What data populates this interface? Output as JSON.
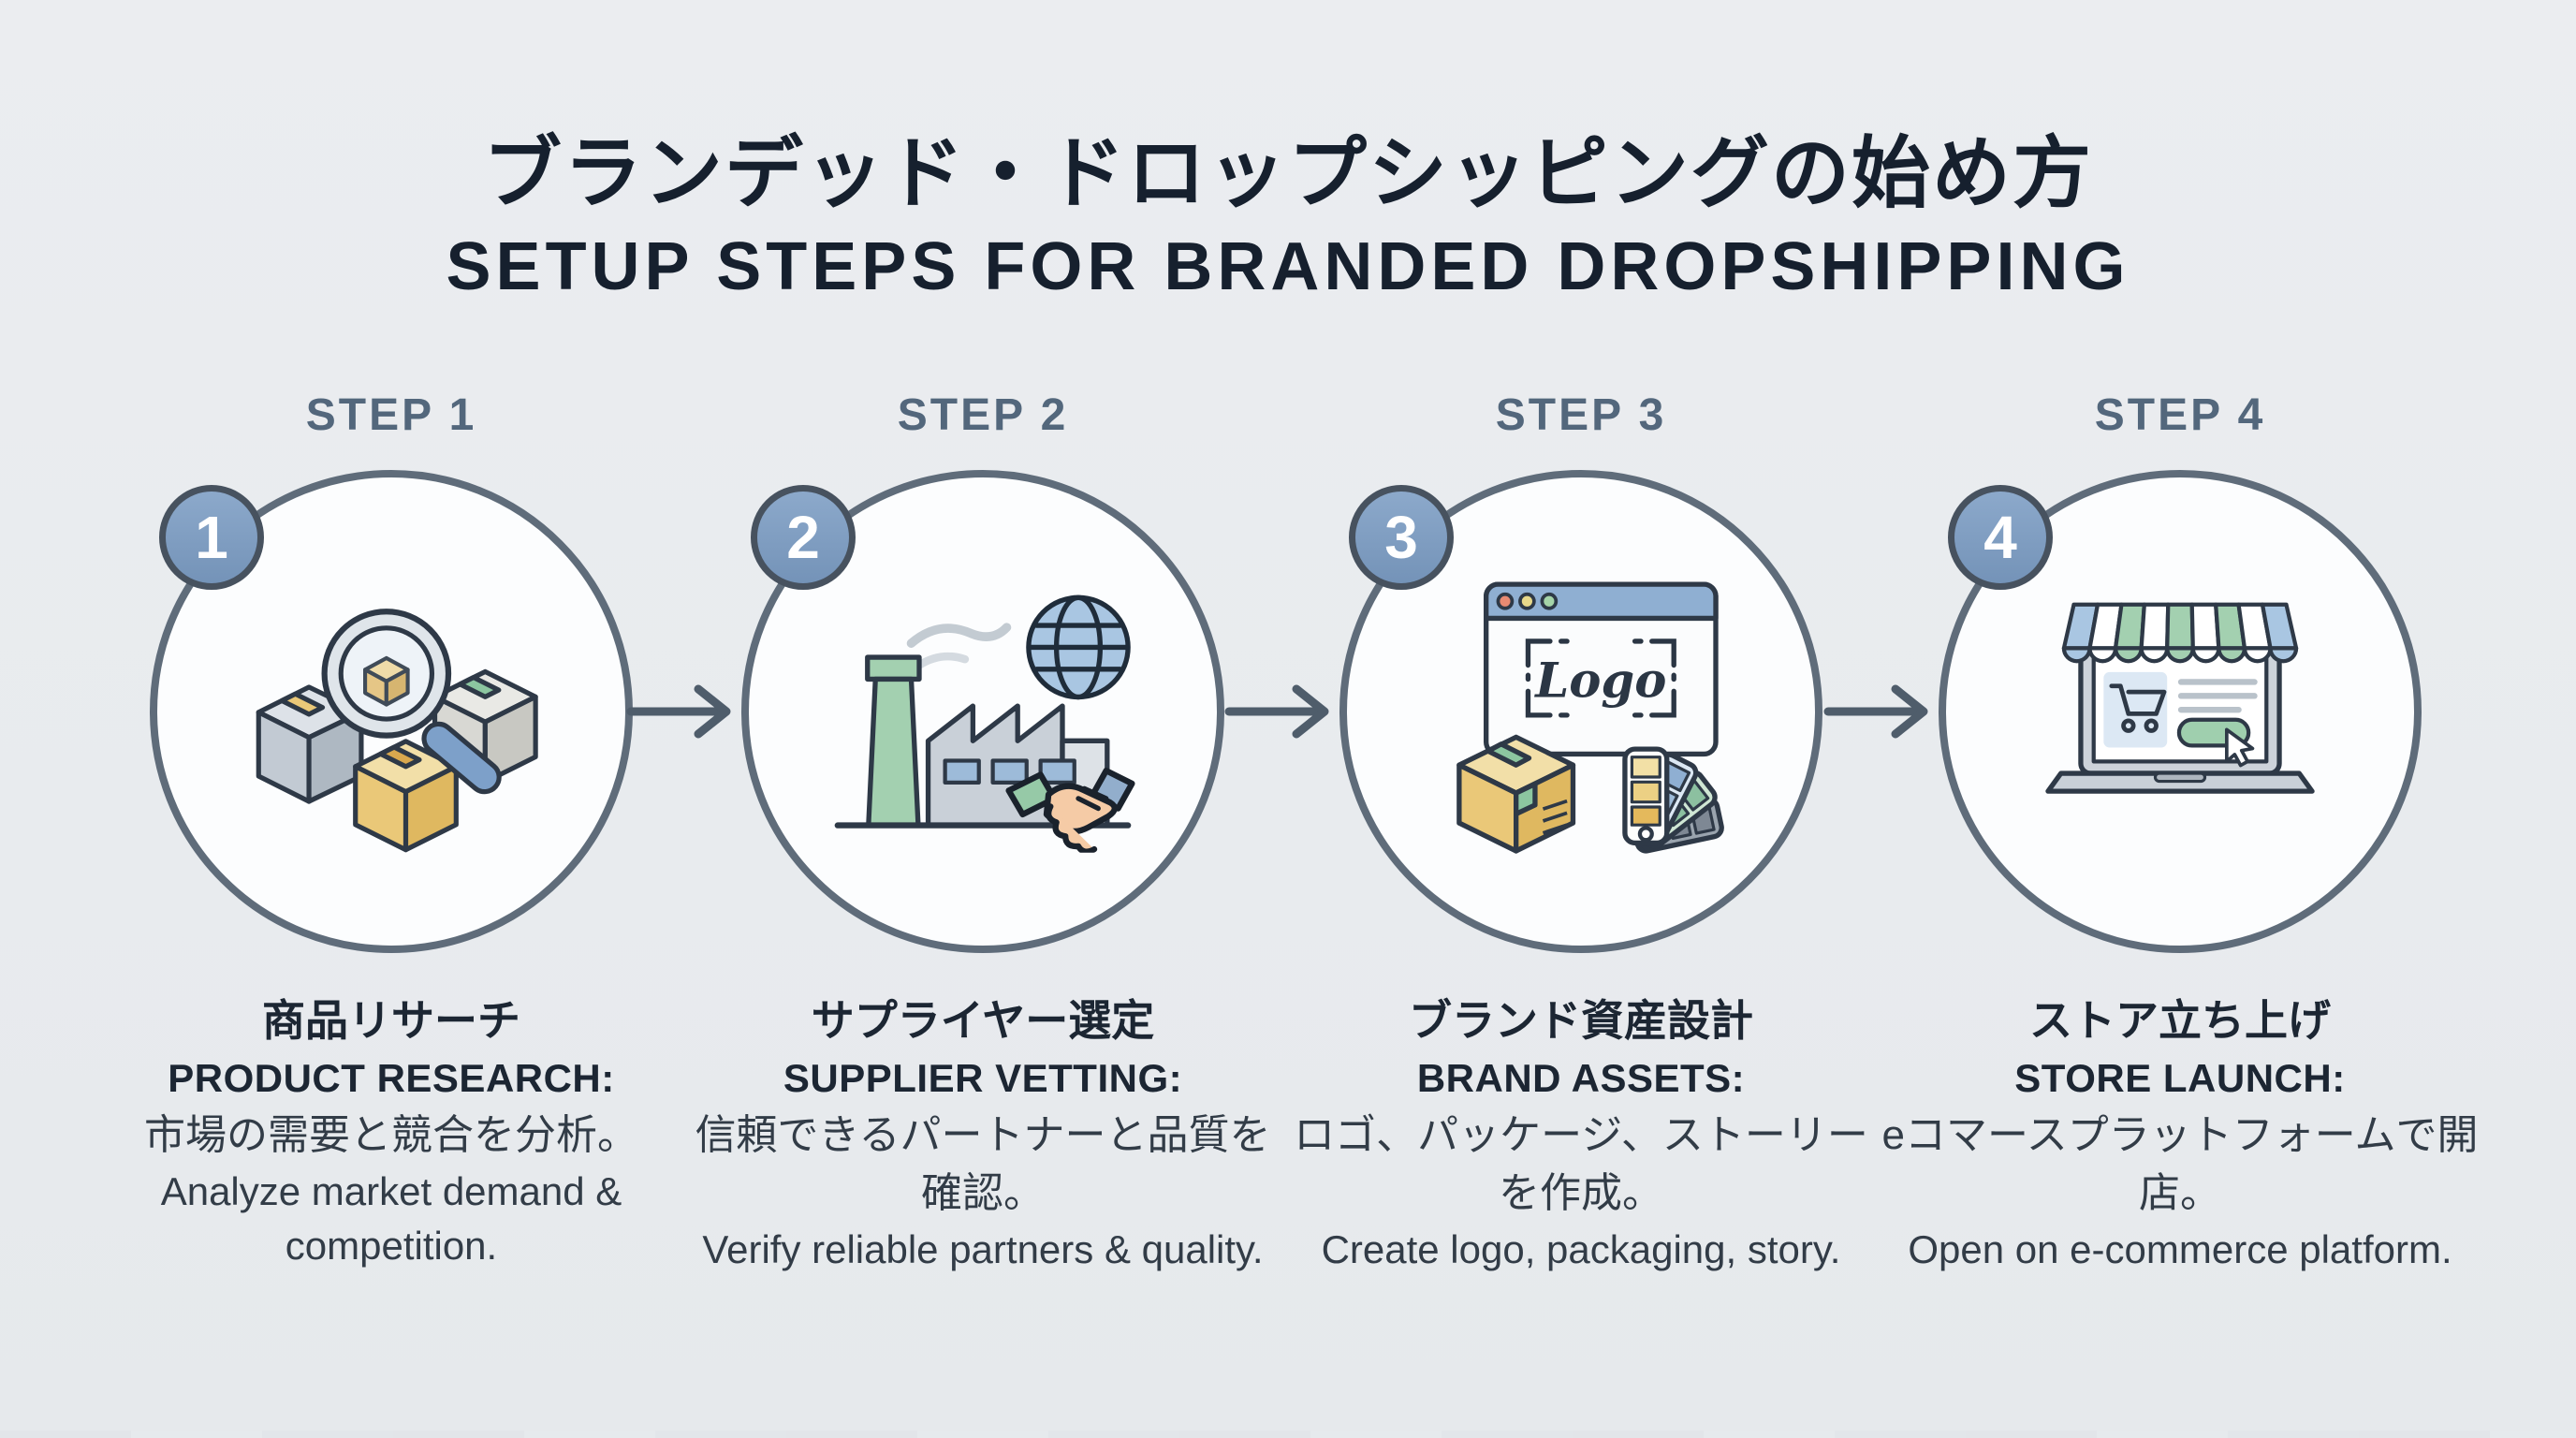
{
  "title": {
    "jp": "ブランデッド・ドロップシッピングの始め方",
    "en": "SETUP STEPS FOR BRANDED DROPSHIPPING"
  },
  "steps": [
    {
      "label": "STEP 1",
      "number": "1",
      "icon": "magnifier-over-boxes",
      "heading_jp": "商品リサーチ",
      "heading_en": "PRODUCT RESEARCH:",
      "body_jp": "市場の需要と競合を分析。",
      "body_en": "Analyze market demand & competition."
    },
    {
      "label": "STEP 2",
      "number": "2",
      "icon": "factory-globe-handshake",
      "heading_jp": "サプライヤー選定",
      "heading_en": "SUPPLIER VETTING:",
      "body_jp": "信頼できるパートナーと品質を確認。",
      "body_en": "Verify reliable partners & quality."
    },
    {
      "label": "STEP 3",
      "number": "3",
      "icon": "browser-logo-box-swatches",
      "logo_text": "Logo",
      "heading_jp": "ブランド資産設計",
      "heading_en": "BRAND ASSETS:",
      "body_jp": "ロゴ、パッケージ、ストーリーを作成。",
      "body_en": "Create logo, packaging, story."
    },
    {
      "label": "STEP 4",
      "number": "4",
      "icon": "laptop-storefront",
      "heading_jp": "ストア立ち上げ",
      "heading_en": "STORE LAUNCH:",
      "body_jp": "eコマースプラットフォームで開店。",
      "body_en": "Open on e-commerce platform."
    }
  ],
  "colors": {
    "bg": "#e9ecef",
    "ink": "#16202e",
    "body-ink": "#323c47",
    "label": "#53677c",
    "circle-border": "#5f6c7a",
    "badge": "#7e9dc1",
    "badge-border": "#47525f",
    "arrow": "#4f5d6b",
    "accent-green": "#9fcfae",
    "accent-blue": "#8fafd2",
    "accent-yellow": "#eac878",
    "skin": "#f5cba6"
  }
}
